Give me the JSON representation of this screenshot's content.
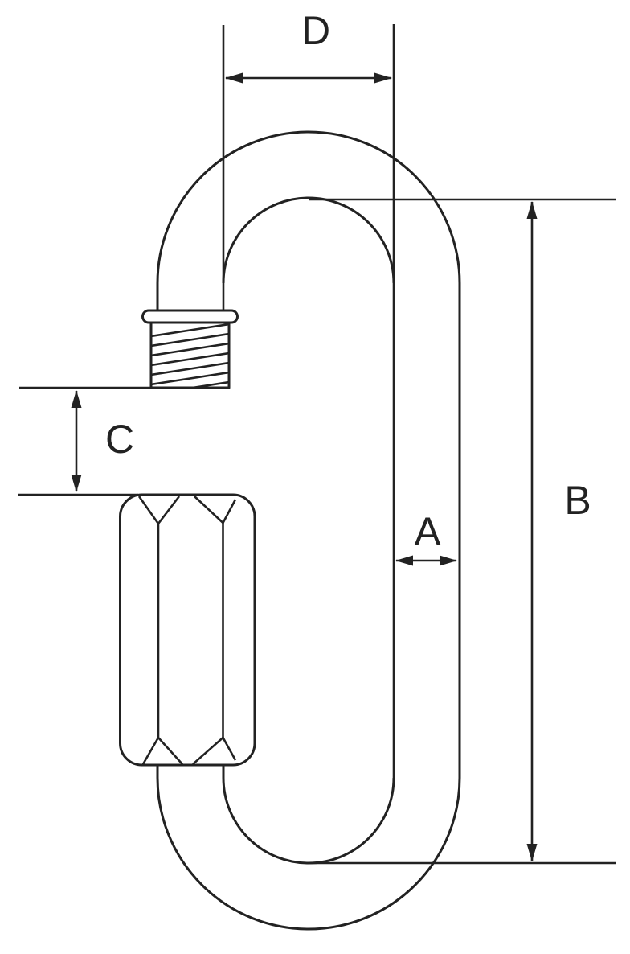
{
  "diagram": {
    "background_color": "#ffffff",
    "line_color": "#222222",
    "dimensions": {
      "d": {
        "label": "D"
      },
      "b": {
        "label": "B"
      },
      "c": {
        "label": "C"
      },
      "a": {
        "label": "A"
      }
    }
  }
}
